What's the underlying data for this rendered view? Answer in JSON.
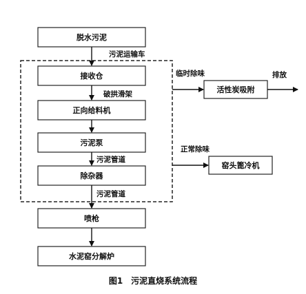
{
  "nodes": {
    "dewater_sludge": "脱水污泥",
    "receiving_bin": "接收仓",
    "forward_feeder": "正向给料机",
    "sludge_pump": "污泥泵",
    "impurity_remover": "除杂器",
    "spray_gun": "喷枪",
    "cement_kiln": "水泥窑分解炉",
    "activated_carbon": "活性炭吸附",
    "kiln_cooler": "窑头篦冷机"
  },
  "labels": {
    "sludge_truck": "污泥运输车",
    "arch_breaker": "破拱滑架",
    "sludge_pipe_1": "污泥管道",
    "sludge_pipe_2": "污泥管道",
    "temp_deodor": "临时除味",
    "discharge": "排放",
    "normal_deodor": "正常除味"
  },
  "caption": "图1　污泥直烧系统流程"
}
